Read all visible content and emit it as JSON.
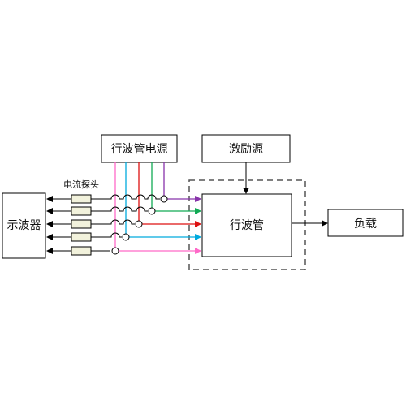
{
  "blocks": {
    "power_supply": "行波管电源",
    "exciter": "激励源",
    "twt": "行波管",
    "load": "负载",
    "oscilloscope": "示波器"
  },
  "probe_label": "电流探头",
  "colors": {
    "line": "#000000",
    "dashed": "#555555",
    "probe_fill": "#f2f2dc",
    "wires": [
      "#ff69c8",
      "#00aadd",
      "#dd1111",
      "#11aa55",
      "#8833aa"
    ]
  }
}
